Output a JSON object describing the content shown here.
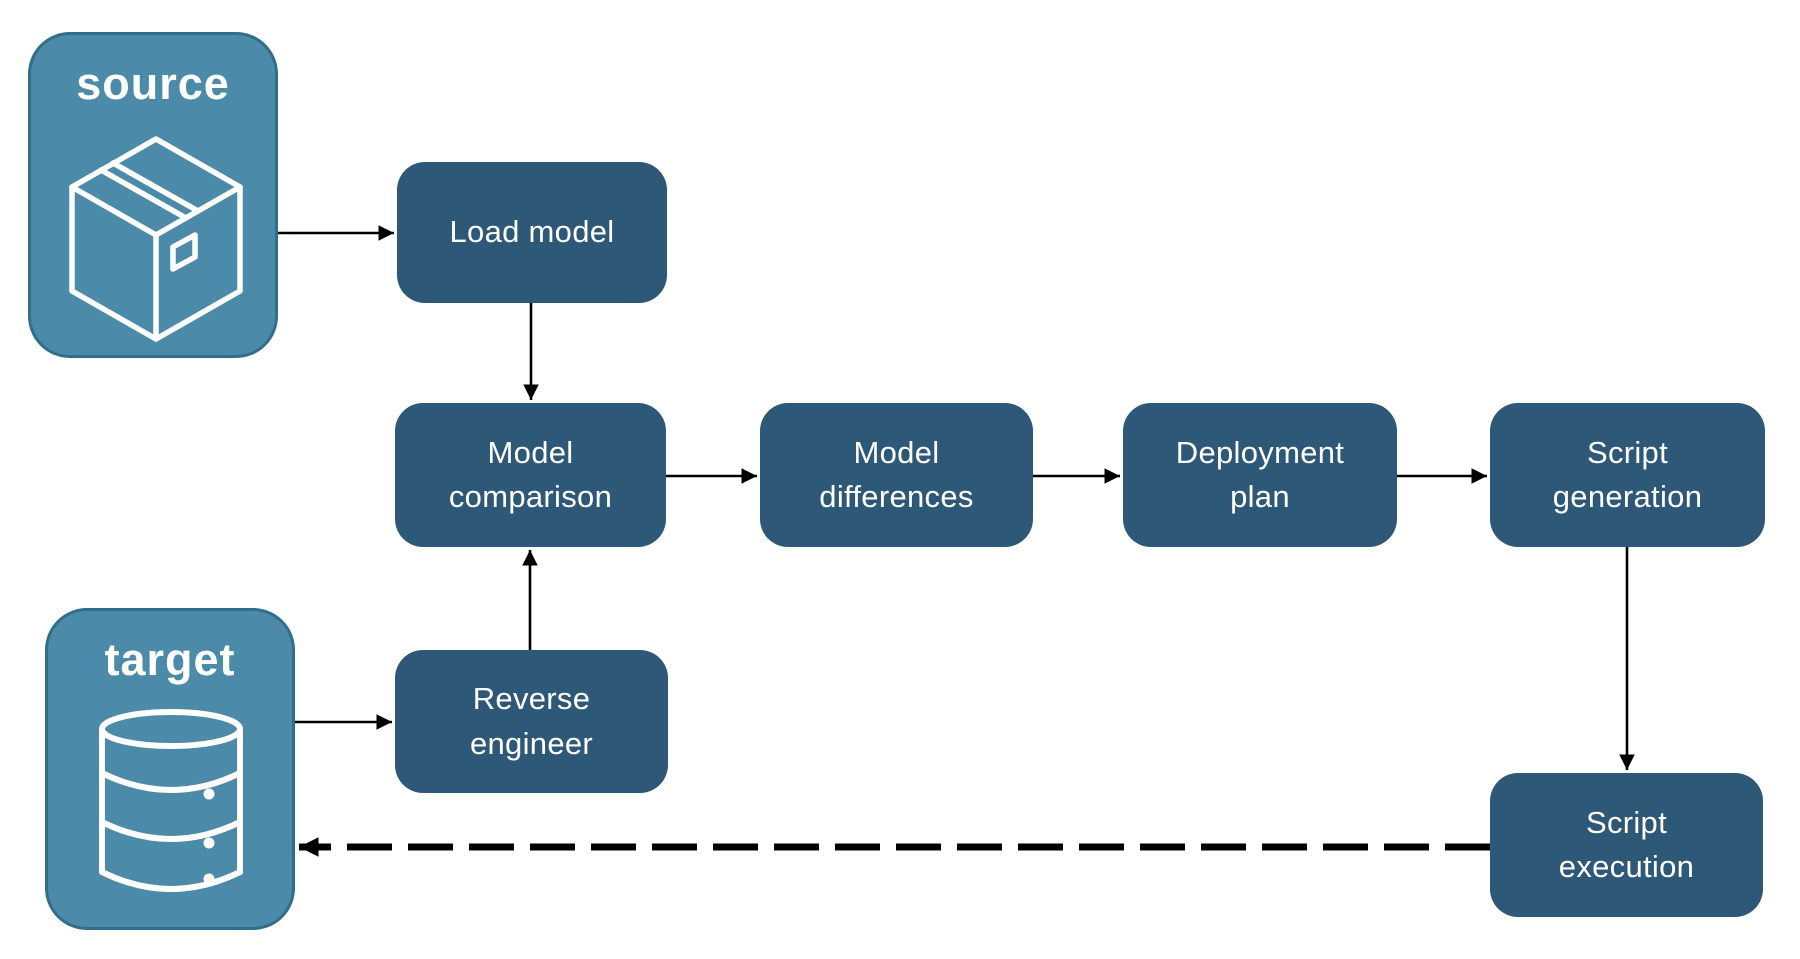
{
  "diagram": {
    "endpoints": {
      "source": {
        "label": "source",
        "icon": "package-icon"
      },
      "target": {
        "label": "target",
        "icon": "database-icon"
      }
    },
    "steps": {
      "load_model": {
        "label": "Load model"
      },
      "model_comparison": {
        "label": "Model\ncomparison"
      },
      "model_differences": {
        "label": "Model\ndifferences"
      },
      "deployment_plan": {
        "label": "Deployment\nplan"
      },
      "script_generation": {
        "label": "Script\ngeneration"
      },
      "reverse_engineer": {
        "label": "Reverse\nengineer"
      },
      "script_execution": {
        "label": "Script\nexecution"
      }
    },
    "connections": [
      {
        "from": "source",
        "to": "load_model",
        "style": "solid"
      },
      {
        "from": "load_model",
        "to": "model_comparison",
        "style": "solid"
      },
      {
        "from": "model_comparison",
        "to": "model_differences",
        "style": "solid"
      },
      {
        "from": "model_differences",
        "to": "deployment_plan",
        "style": "solid"
      },
      {
        "from": "deployment_plan",
        "to": "script_generation",
        "style": "solid"
      },
      {
        "from": "script_generation",
        "to": "script_execution",
        "style": "solid"
      },
      {
        "from": "target",
        "to": "reverse_engineer",
        "style": "solid"
      },
      {
        "from": "reverse_engineer",
        "to": "model_comparison",
        "style": "solid"
      },
      {
        "from": "script_execution",
        "to": "target",
        "style": "dashed"
      }
    ],
    "colors": {
      "endpoint_fill": "#4B8BA9",
      "endpoint_border": "#316E8B",
      "step_fill": "#2E5877",
      "label_text": "#FFFFFF",
      "arrow": "#000000",
      "background": "#FFFFFF"
    }
  }
}
